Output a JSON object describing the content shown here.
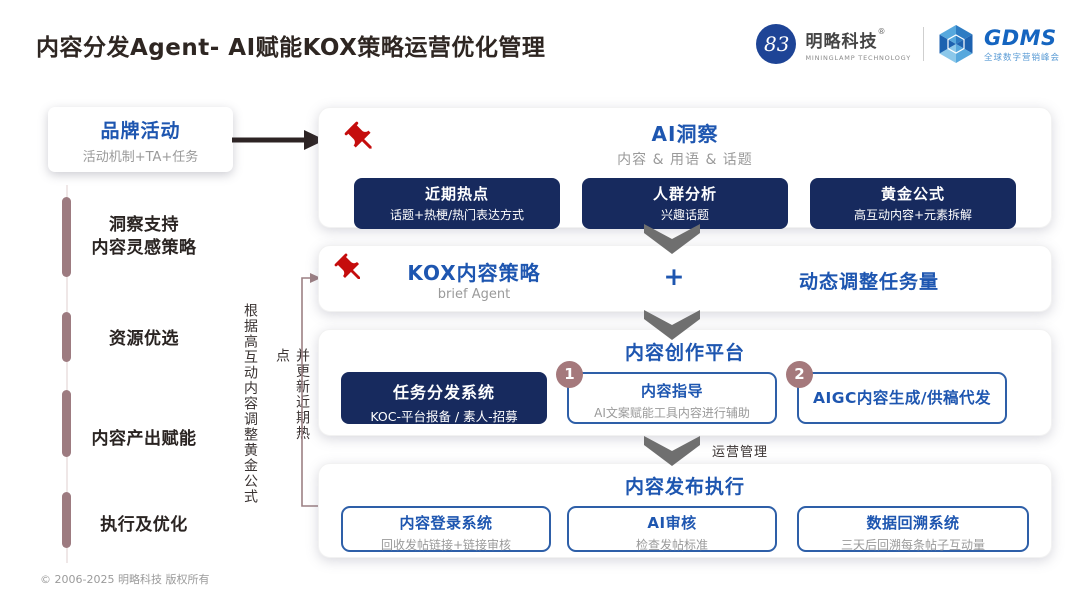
{
  "header": {
    "title": "内容分发Agent- AI赋能KOX策略运营优化管理",
    "logos": {
      "minglamp": {
        "glyph": "83",
        "name": "明略科技",
        "reg": "®",
        "tagline": "MININGLAMP TECHNOLOGY"
      },
      "gdms": {
        "name": "GDMS",
        "tagline": "全球数字营销峰会"
      }
    }
  },
  "left_panel": {
    "brand_card": {
      "title": "品牌活动",
      "subtitle": "活动机制+TA+任务"
    },
    "stages": [
      {
        "label": "洞察支持\n内容灵感策略"
      },
      {
        "label": "资源优选"
      },
      {
        "label": "内容产出赋能"
      },
      {
        "label": "执行及优化"
      }
    ]
  },
  "annotations": {
    "loop_note_main": "根据高互动内容调整黄金公式",
    "loop_note_secondary": "并更新近期热点",
    "ops_label": "运营管理"
  },
  "flow": {
    "ai_insight": {
      "title": "AI洞察",
      "subtitle": "内容 & 用语 & 话题",
      "modules": [
        {
          "title": "近期热点",
          "subtitle": "话题+热梗/热门表达方式"
        },
        {
          "title": "人群分析",
          "subtitle": "兴趣话题"
        },
        {
          "title": "黄金公式",
          "subtitle": "高互动内容+元素拆解"
        }
      ]
    },
    "kox_strategy": {
      "title": "KOX内容策略",
      "subtitle": "brief Agent",
      "plus": "+",
      "side_title": "动态调整任务量"
    },
    "creation_platform": {
      "title": "内容创作平台",
      "task_system": {
        "title": "任务分发系统",
        "subtitle": "KOC-平台报备 / 素人-招募"
      },
      "steps": [
        {
          "num": "1",
          "title": "内容指导",
          "subtitle": "AI文案赋能工具内容进行辅助"
        },
        {
          "num": "2",
          "title": "AIGC内容生成/供稿代发"
        }
      ]
    },
    "publish_execution": {
      "title": "内容发布执行",
      "modules": [
        {
          "title": "内容登录系统",
          "subtitle": "回收发帖链接+链接审核"
        },
        {
          "title": "AI审核",
          "subtitle": "检查发帖标准"
        },
        {
          "title": "数据回溯系统",
          "subtitle": "三天后回溯每条帖子互动量"
        }
      ]
    }
  },
  "footer": {
    "copyright": "© 2006-2025 明略科技 版权所有"
  },
  "colors": {
    "navy": "#172A5E",
    "accent_blue": "#1E56B0",
    "mauve": "#9D7B80",
    "pin_red": "#C50D0D",
    "chevron_gray": "#6F6F6F",
    "text_dark": "#2E2622",
    "muted_gray": "#9A9A9A"
  }
}
